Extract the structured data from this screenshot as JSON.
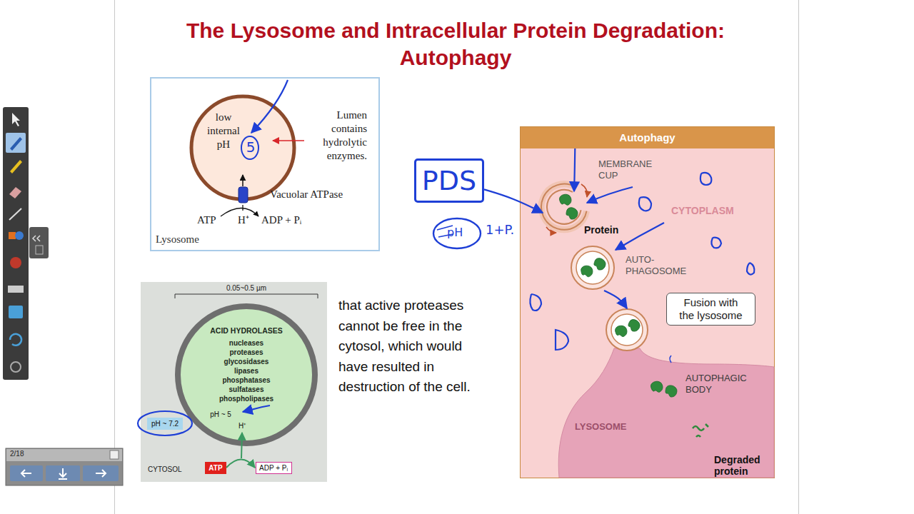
{
  "diagram": {
    "title": "The Lysosome and Intracellular Protein Degradation: Autophagy",
    "nodes": [
      {
        "text": [
          "Lysosome"
        ]
      },
      {
        "text": [
          "low internal pH"
        ],
        "in": 0
      },
      {
        "text": [
          "CYTOSOL"
        ]
      },
      {
        "text": [
          "ACID HYDROLASES",
          "nucleases",
          "proteases",
          "glycosidases",
          "lipases",
          "phosphatases",
          "sulfatases",
          "phospholipases"
        ],
        "in": 2
      },
      {
        "text": [
          "pH ~ 5"
        ],
        "in": 3
      },
      {
        "text": [
          "H⁺"
        ],
        "in": 3
      },
      {
        "text": [
          "pH ~ 7.2"
        ],
        "in": 2
      },
      {
        "text": [
          "ATP"
        ],
        "in": 2
      },
      {
        "text": [
          "ADP + Pᵢ"
        ],
        "in": 2
      },
      {
        "text": [
          "Autophagy"
        ]
      },
      {
        "text": [
          "MEMBRANE CUP",
          "Protein"
        ],
        "in": 9
      },
      {
        "text": [
          "AUTO- PHAGOSOME"
        ],
        "in": 9
      },
      {
        "text": [
          "Fusion with the lysosome"
        ],
        "in": 9
      },
      {
        "text": [
          "LYSOSOME"
        ],
        "in": 9
      },
      {
        "text": [
          "AUTOPHAGIC BODY"
        ],
        "in": 13
      },
      {
        "text": [
          "Degraded protein"
        ],
        "in": 13
      },
      {
        "text": [
          "PDS"
        ]
      }
    ],
    "edges": [
      {
        "from": 16,
        "to": 10,
        "arrow": "to"
      },
      {
        "from": 11,
        "to": 13,
        "arrow": "to"
      }
    ],
    "labels": [
      "Lumen contains hydrolytic enzymes.",
      "5",
      "Vacuolar ATPase",
      "ATP",
      "H⁺",
      "ADP + Pᵢ",
      "0.05~0.5 µm",
      "that active proteases cannot be free in the cytosol, which would have resulted in destruction of the cell.",
      "CYTOPLASM",
      "pH",
      "1+P.",
      "2/18"
    ]
  }
}
